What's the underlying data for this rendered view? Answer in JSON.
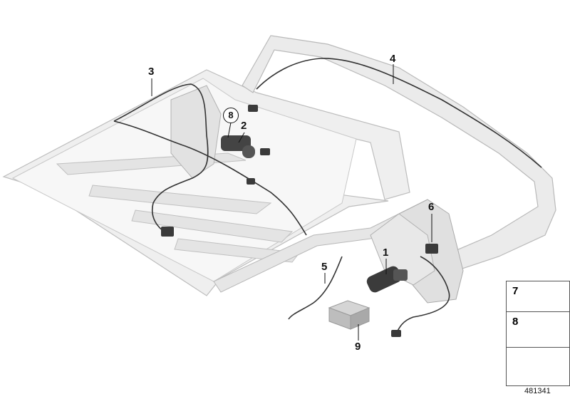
{
  "diagram": {
    "callouts": [
      {
        "label": "1"
      },
      {
        "label": "2"
      },
      {
        "label": "3"
      },
      {
        "label": "4"
      },
      {
        "label": "5"
      },
      {
        "label": "6"
      },
      {
        "label": "8"
      },
      {
        "label": "9"
      }
    ],
    "legend": {
      "items": [
        {
          "label": "7"
        },
        {
          "label": "8"
        }
      ]
    },
    "reference_number": "481341"
  },
  "colors": {
    "frame_fill": "#e9e9e9",
    "frame_stroke": "#b9b9b9",
    "cable": "#333333",
    "part_dark": "#3a3a3a"
  }
}
